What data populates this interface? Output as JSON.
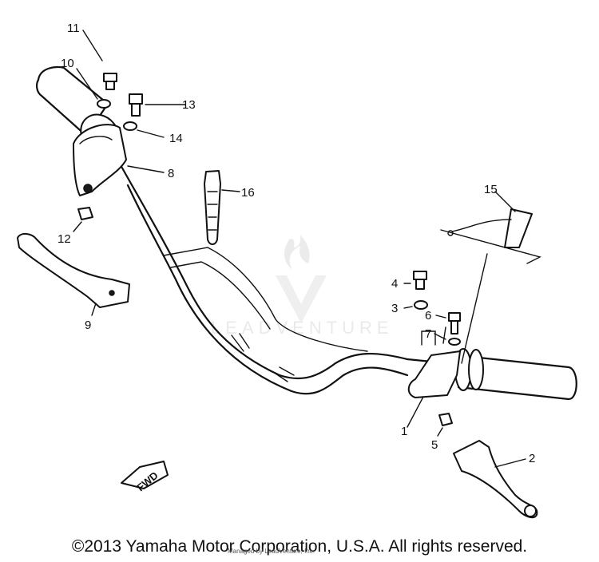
{
  "diagram": {
    "callouts": [
      {
        "number": "1"
      },
      {
        "number": "2"
      },
      {
        "number": "3"
      },
      {
        "number": "4"
      },
      {
        "number": "5"
      },
      {
        "number": "6"
      },
      {
        "number": "7"
      },
      {
        "number": "8"
      },
      {
        "number": "9"
      },
      {
        "number": "10"
      },
      {
        "number": "11"
      },
      {
        "number": "12"
      },
      {
        "number": "13"
      },
      {
        "number": "14"
      },
      {
        "number": "15"
      },
      {
        "number": "16"
      }
    ],
    "direction_tag": "FWD",
    "watermark": "LEADVENTURE"
  },
  "footer": {
    "copyright": "©2013 Yamaha Motor Corporation, U.S.A. All rights reserved.",
    "sub_note": "Managed by LeadVenture, Inc."
  }
}
